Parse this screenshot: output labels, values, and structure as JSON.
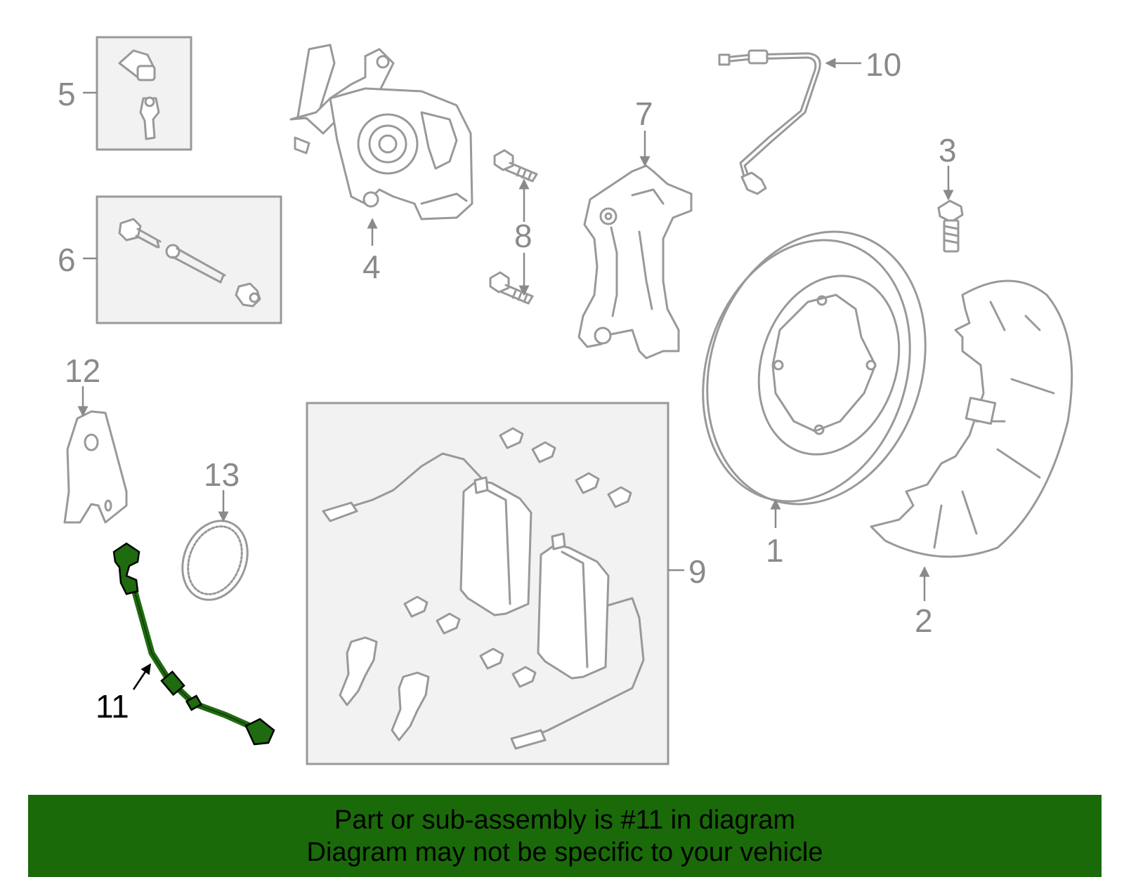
{
  "diagram": {
    "callouts": {
      "c1": "1",
      "c2": "2",
      "c3": "3",
      "c4": "4",
      "c5": "5",
      "c6": "6",
      "c7": "7",
      "c8": "8",
      "c9": "9",
      "c10": "10",
      "c11": "11",
      "c12": "12",
      "c13": "13"
    },
    "highlighted_part": "11",
    "colors": {
      "highlight_part": "#1f6b0f",
      "banner": "#1a6a0a",
      "line_art": "#999999"
    }
  },
  "banner": {
    "line1": "Part or sub-assembly is #11 in diagram",
    "line2": "Diagram may not be specific to your vehicle"
  }
}
